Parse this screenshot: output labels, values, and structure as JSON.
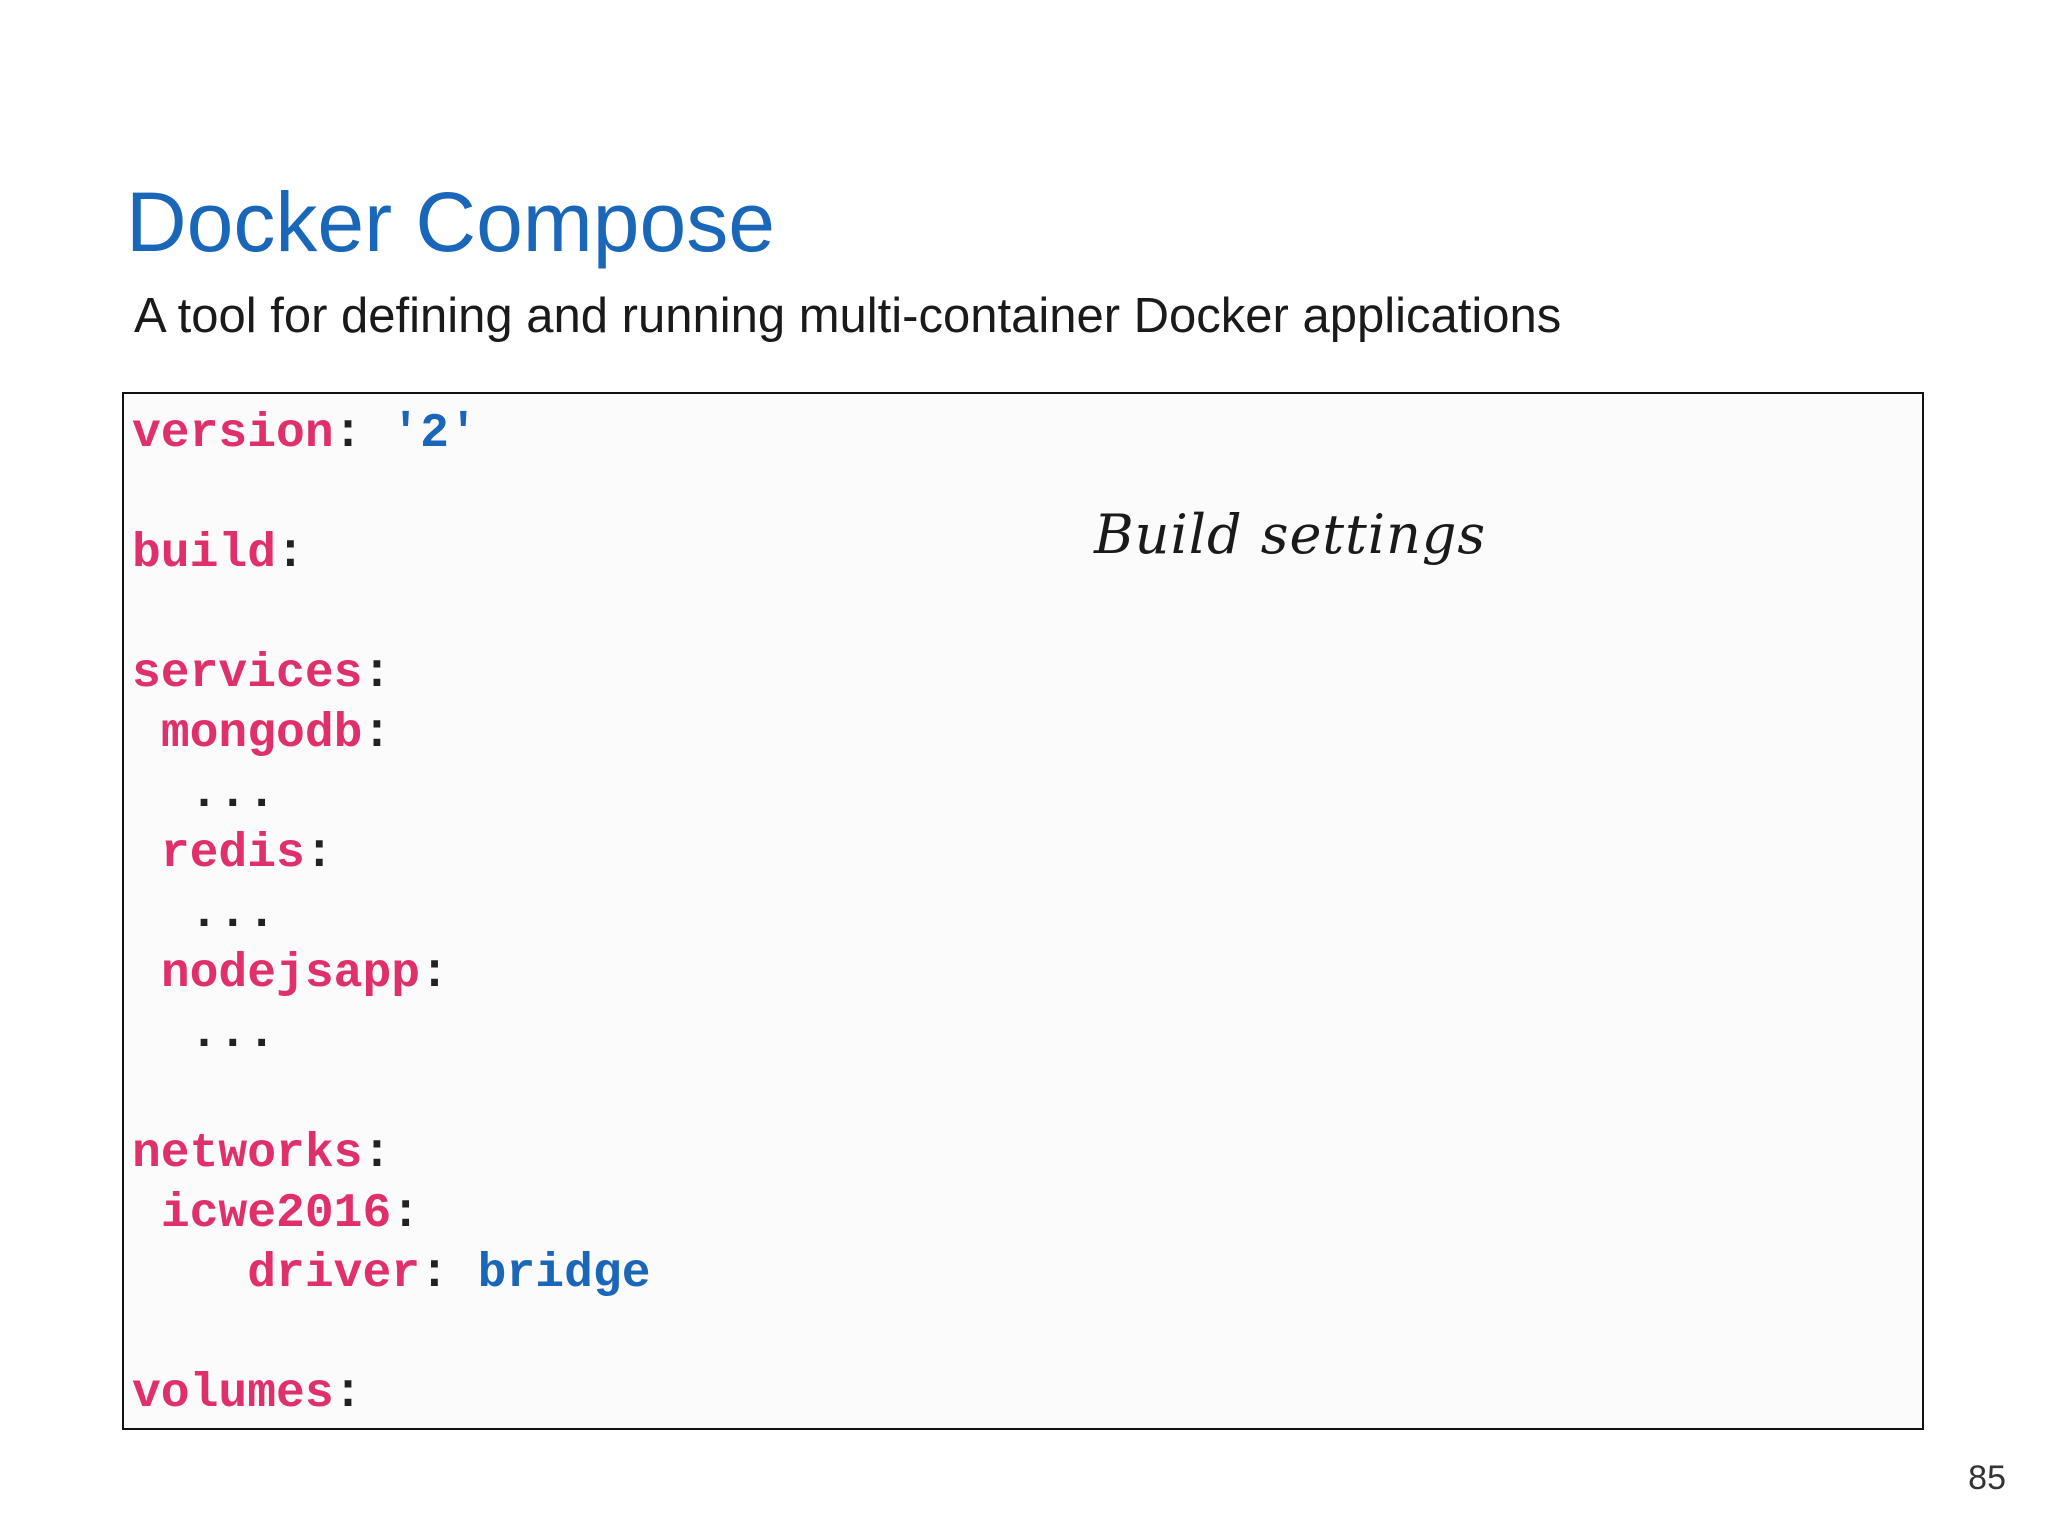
{
  "slide": {
    "title": "Docker Compose",
    "subtitle": "A tool for defining and running multi-container Docker applications",
    "annotation": "Build settings",
    "page_number": "85"
  },
  "code": {
    "version_key": "version",
    "version_value": "'2'",
    "build_key": "build",
    "services_key": "services",
    "mongodb_key": "mongodb",
    "redis_key": "redis",
    "nodejsapp_key": "nodejsapp",
    "ellipsis": "...",
    "networks_key": "networks",
    "icwe_key": "icwe2016",
    "driver_key": "driver",
    "driver_value": "bridge",
    "volumes_key": "volumes",
    "colon": ":"
  },
  "colors": {
    "title": "#1a66b8",
    "key": "#e0306a",
    "value": "#1a66b8",
    "text": "#1a1a1a"
  }
}
